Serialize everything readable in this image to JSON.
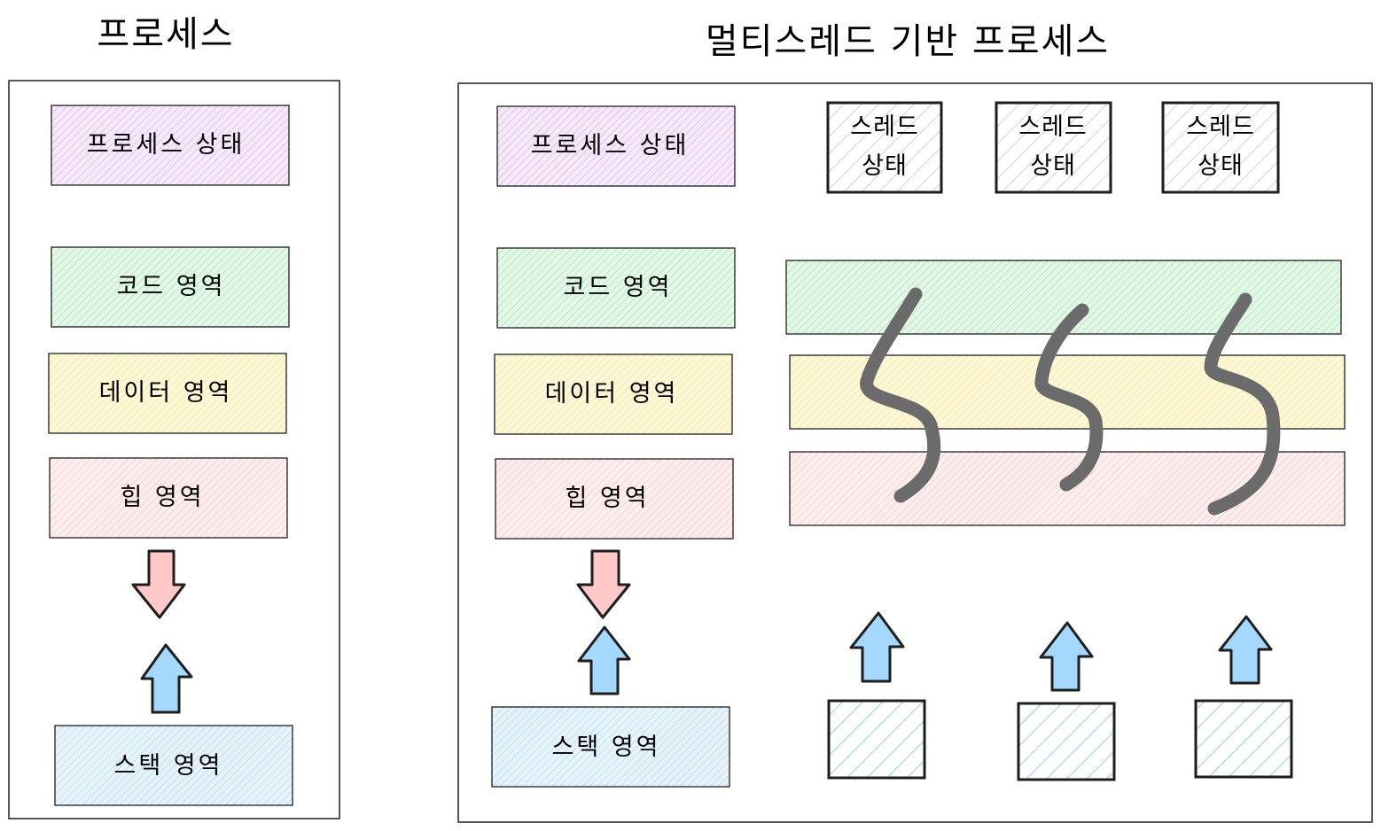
{
  "colors": {
    "stroke": "#1e1e1e",
    "process_state": "#eebefa",
    "code": "#b2f2bb",
    "data": "#ffec99",
    "heap": "#ffc9c9",
    "stack": "#a5d8ff",
    "thread_state": "#dddddd",
    "thread_line": "#6b6b6b"
  },
  "left": {
    "title": "프로세스",
    "blocks": {
      "process_state": "프로세스 상태",
      "code": "코드 영역",
      "data": "데이터 영역",
      "heap": "힙 영역",
      "stack": "스택 영역"
    }
  },
  "right": {
    "title": "멀티스레드 기반 프로세스",
    "blocks": {
      "process_state": "프로세스 상태",
      "code": "코드 영역",
      "data": "데이터 영역",
      "heap": "힙 영역",
      "stack": "스택 영역"
    },
    "thread_states": [
      {
        "line1": "스레드",
        "line2": "상태"
      },
      {
        "line1": "스레드",
        "line2": "상태"
      },
      {
        "line1": "스레드",
        "line2": "상태"
      }
    ]
  }
}
